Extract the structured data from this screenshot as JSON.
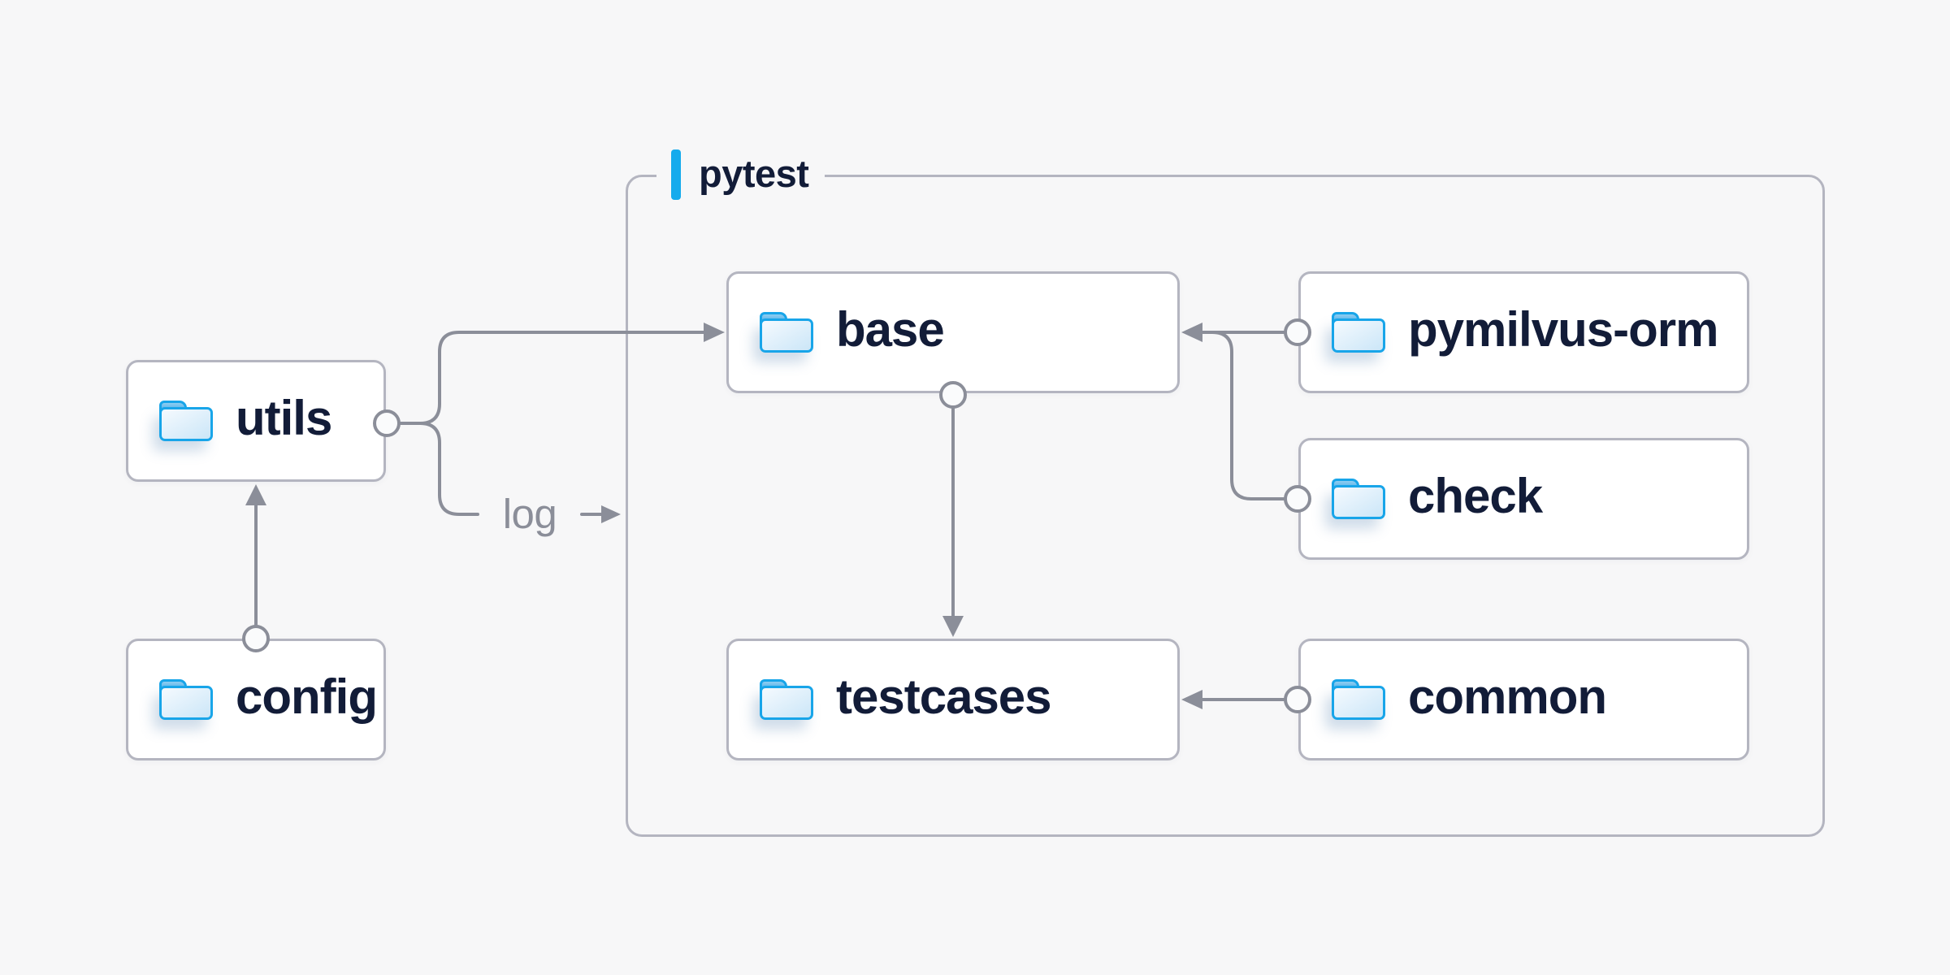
{
  "diagram": {
    "background": "#f7f7f8",
    "group": {
      "label": "pytest",
      "accent_color": "#16abed"
    },
    "nodes": {
      "utils": {
        "label": "utils",
        "icon": "folder-icon",
        "group": null
      },
      "config": {
        "label": "config",
        "icon": "folder-icon",
        "group": null
      },
      "base": {
        "label": "base",
        "icon": "folder-icon",
        "group": "pytest"
      },
      "pymilvus_orm": {
        "label": "pymilvus-orm",
        "icon": "folder-icon",
        "group": "pytest"
      },
      "check": {
        "label": "check",
        "icon": "folder-icon",
        "group": "pytest"
      },
      "testcases": {
        "label": "testcases",
        "icon": "folder-icon",
        "group": "pytest"
      },
      "common": {
        "label": "common",
        "icon": "folder-icon",
        "group": "pytest"
      }
    },
    "log_label": "log",
    "edges": [
      {
        "from": "config",
        "to": "utils"
      },
      {
        "from": "utils",
        "to": "base"
      },
      {
        "from": "utils",
        "to": "log",
        "label": "log"
      },
      {
        "from": "pymilvus_orm",
        "to": "base"
      },
      {
        "from": "check",
        "to": "base"
      },
      {
        "from": "base",
        "to": "testcases"
      },
      {
        "from": "common",
        "to": "testcases"
      }
    ],
    "colors": {
      "connector_gray": "#8b8e99",
      "box_border": "#b4b5c0",
      "label_navy": "#121c38",
      "folder_blue": "#18a5e9"
    }
  }
}
